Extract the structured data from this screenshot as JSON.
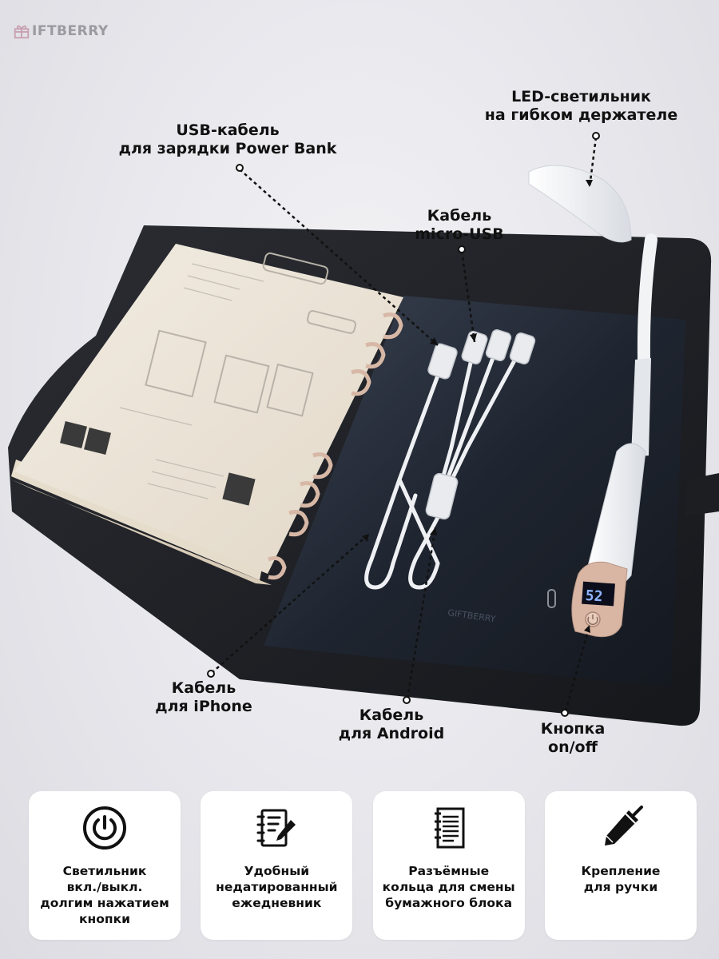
{
  "brand": {
    "name": "IFTBERRY"
  },
  "callouts": {
    "usb_powerbank": [
      "USB-кабель",
      "для зарядки Power Bank"
    ],
    "led_lamp": [
      "LED-светильник",
      "на гибком держателе"
    ],
    "micro_usb": [
      "Кабель",
      "micro-USB"
    ],
    "iphone": [
      "Кабель",
      "для iPhone"
    ],
    "android": [
      "Кабель",
      "для Android"
    ],
    "onoff": [
      "Кнопка",
      "on/off"
    ]
  },
  "display": {
    "value": "52"
  },
  "features": [
    {
      "icon": "power-icon",
      "text": "Светильник\nвкл./выкл.\nдолгим нажатием\nкнопки"
    },
    {
      "icon": "notebook-pen-icon",
      "text": "Удобный\nнедатированный\nежедневник"
    },
    {
      "icon": "ring-binder-icon",
      "text": "Разъёмные\nкольца для смены\nбумажного блока"
    },
    {
      "icon": "pen-icon",
      "text": "Крепление\nдля ручки"
    }
  ]
}
